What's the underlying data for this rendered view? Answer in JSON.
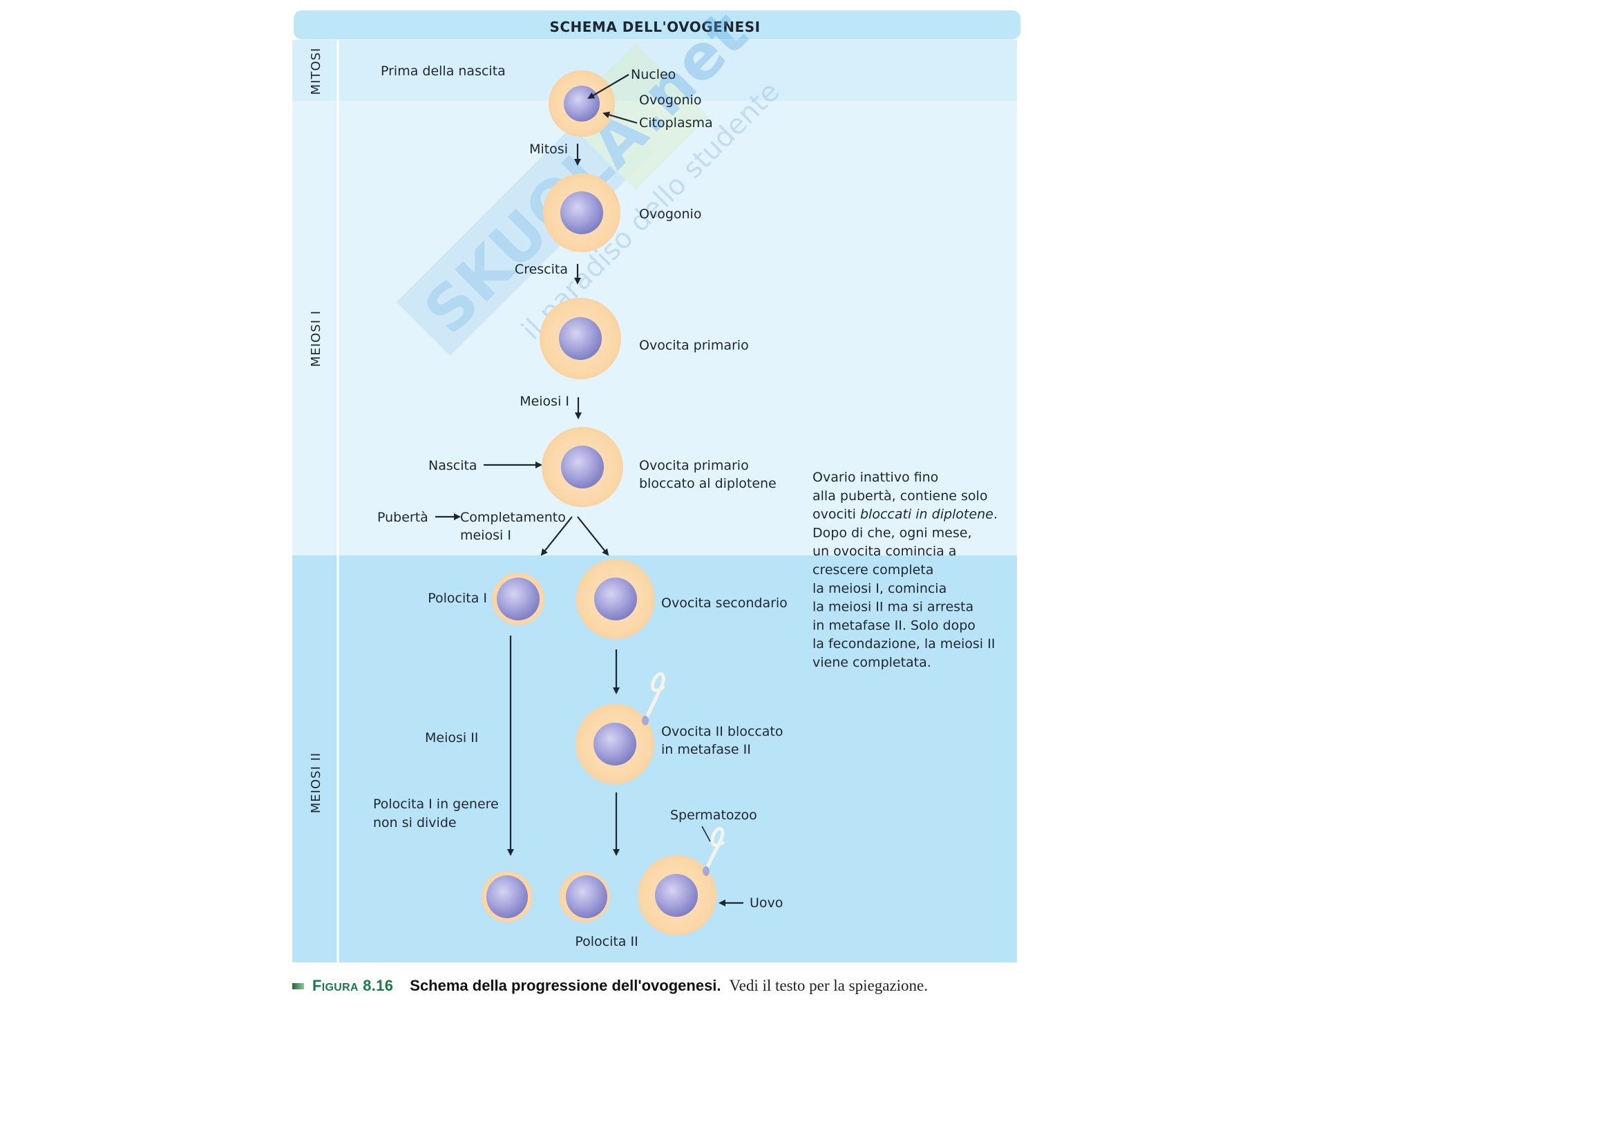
{
  "diagram": {
    "title": "SCHEMA DELL'OVOGENESI",
    "phases": [
      {
        "id": "mitosi",
        "label": "MITOSI"
      },
      {
        "id": "meiosi1",
        "label": "MEIOSI I"
      },
      {
        "id": "meiosi2",
        "label": "MEIOSI II"
      }
    ],
    "labels": {
      "prima_nascita": "Prima della nascita",
      "nucleo": "Nucleo",
      "ovogonio_1": "Ovogonio",
      "citoplasma": "Citoplasma",
      "mitosi_step": "Mitosi",
      "ovogonio_2": "Ovogonio",
      "crescita_step": "Crescita",
      "ovocita_primario": "Ovocita primario",
      "meiosi1_step": "Meiosi I",
      "nascita": "Nascita",
      "ovocita_bloccato_l1": "Ovocita primario",
      "ovocita_bloccato_l2": "bloccato al diplotene",
      "puberta": "Pubertà",
      "completamento_l1": "Completamento",
      "completamento_l2": "meiosi I",
      "polocita1": "Polocita I",
      "ovocita_secondario": "Ovocita secondario",
      "meiosi2_step": "Meiosi II",
      "ovocita2_l1": "Ovocita II bloccato",
      "ovocita2_l2": "in metafase II",
      "polocita_non_divide_l1": "Polocita I in genere",
      "polocita_non_divide_l2": "non si divide",
      "spermatozoo": "Spermatozoo",
      "uovo": "Uovo",
      "polocita2": "Polocita II"
    },
    "note": {
      "lines": [
        {
          "text": "Ovario inattivo fino"
        },
        {
          "text": "alla pubertà, contiene solo"
        },
        {
          "pre": "ovociti ",
          "italic": "bloccati in diplotene",
          "post": "."
        },
        {
          "text": "Dopo di che, ogni mese,"
        },
        {
          "text": "un ovocita comincia a"
        },
        {
          "text": "crescere completa"
        },
        {
          "text": "la meiosi I, comincia"
        },
        {
          "text": "la meiosi II ma si arresta"
        },
        {
          "text": "in metafase II. Solo dopo"
        },
        {
          "text": "la fecondazione, la meiosi II"
        },
        {
          "text": "viene completata."
        }
      ]
    },
    "watermark": {
      "brand": "SKUOLA.net",
      "tagline": "il paradiso dello studente"
    },
    "colors": {
      "header": "#bde6f8",
      "mitosi_band": "#d7eefb",
      "meiosi1_band": "#e4f4fd",
      "meiosi2_band": "#b9e4f8",
      "cytoplasm": "#fbd9ab",
      "nucleus": "#9a9ad6",
      "arrow": "#1d2630"
    }
  },
  "caption": {
    "figure_word": "FIGURA",
    "figure_number": "8.16",
    "title": "Schema della progressione dell'ovogenesi.",
    "text": "Vedi il testo per la spiegazione."
  }
}
